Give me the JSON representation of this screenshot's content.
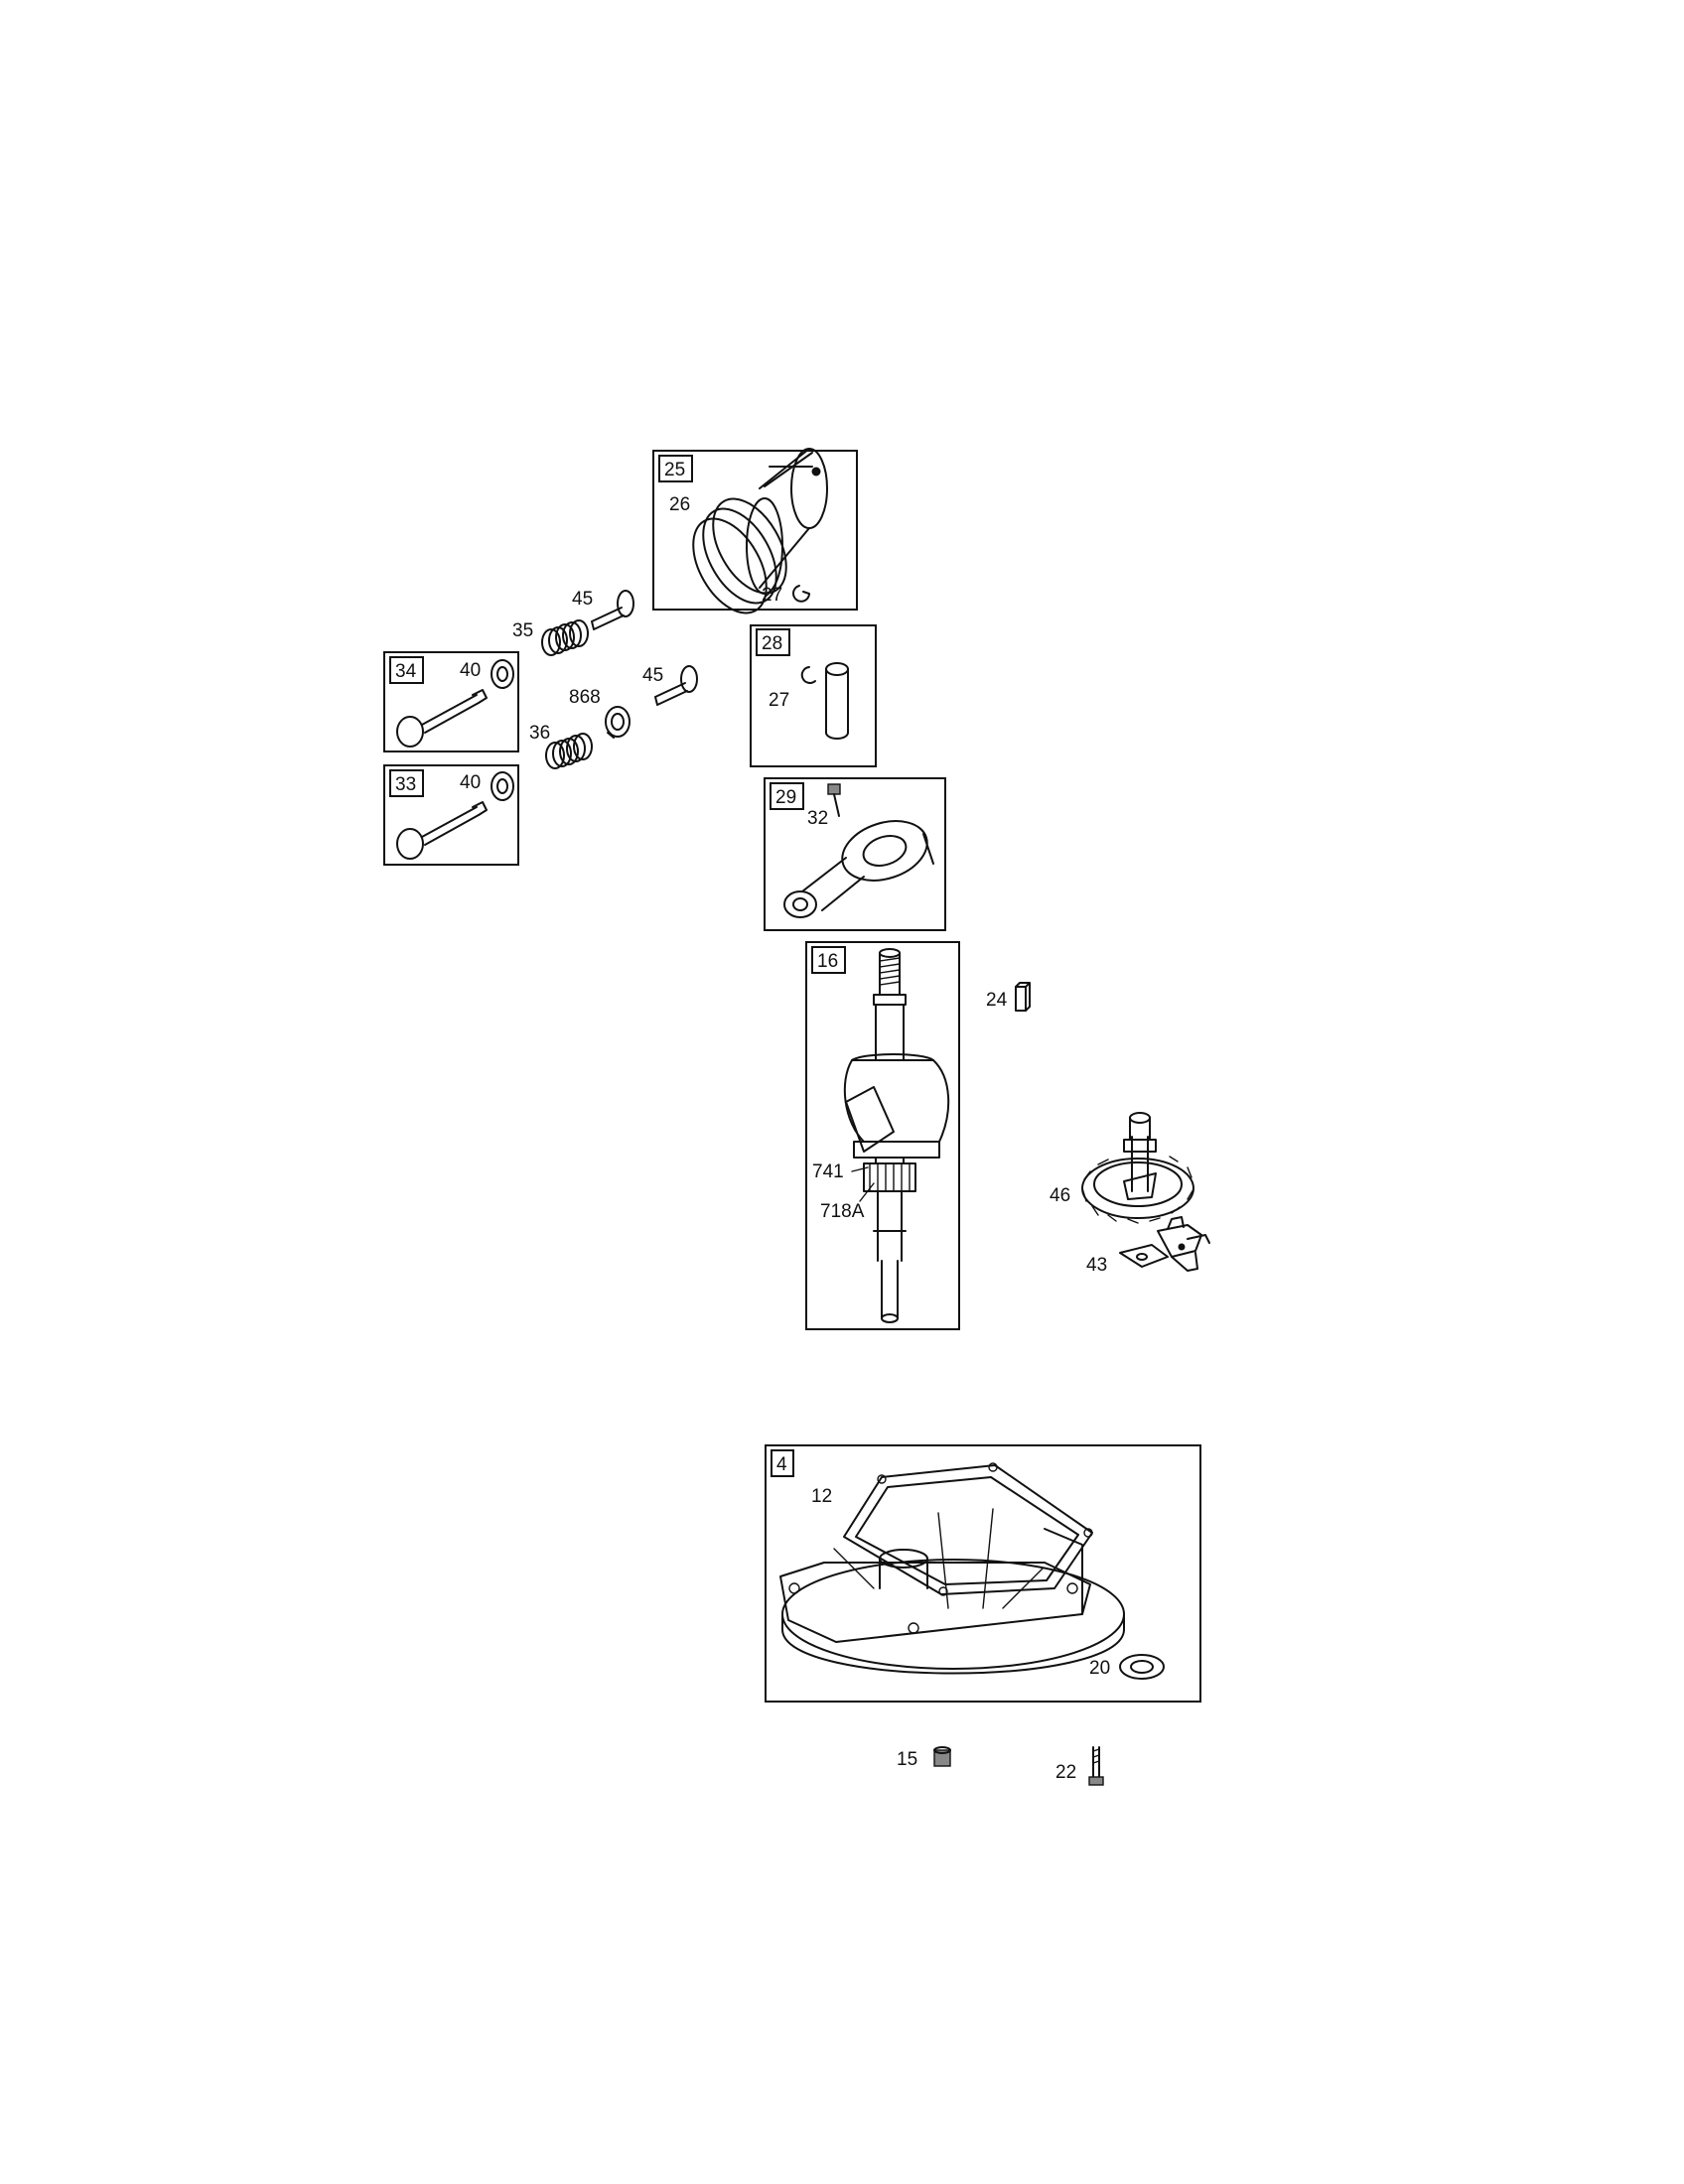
{
  "diagram": {
    "group_tags": {
      "piston_kit": "25",
      "pin_kit": "28",
      "connecting_rod_kit": "29",
      "exhaust_valve_kit": "34",
      "intake_valve_kit": "33",
      "crankshaft_kit": "16",
      "sump_kit": "4"
    },
    "callouts": {
      "piston": "26",
      "clip_top": "27",
      "clip_pin": "27",
      "tappet_upper": "45",
      "tappet_lower": "45",
      "spring_upper": "35",
      "spring_lower": "36",
      "retainer_upper": "40",
      "retainer_lower": "40",
      "valve_seal": "868",
      "rod_bolt": "32",
      "crank_key": "24",
      "crank_gear": "741",
      "crank_gear_key": "718A",
      "cam_gear": "46",
      "governor": "43",
      "gasket": "12",
      "oil_seal": "20",
      "drain_plug": "15",
      "sump_bolt": "22"
    }
  }
}
